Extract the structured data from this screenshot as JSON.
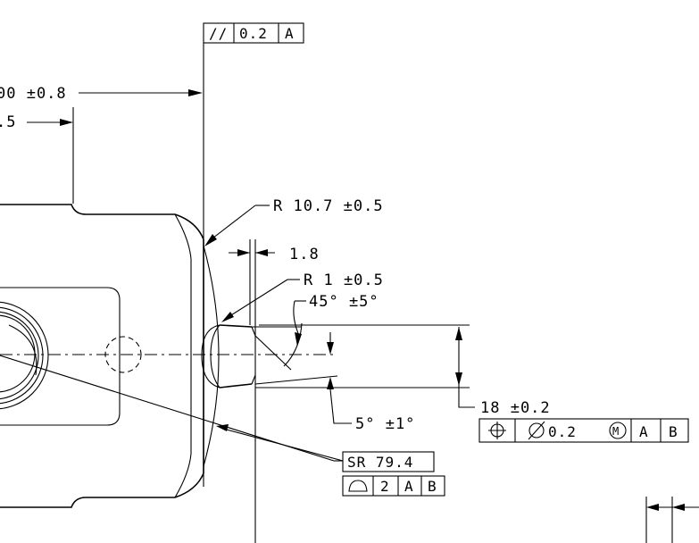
{
  "callouts": {
    "dim_top_partial": "00 ±0.8",
    "dim_second_partial": ".5",
    "radius_outer": "R 10.7 ±0.5",
    "width_small": "1.8",
    "radius_inner": "R 1 ±0.5",
    "chamfer_angle": "45° ±5°",
    "taper_angle": "5° ±1°",
    "diameter_dim": "18 ±0.2",
    "sphere_radius": "SR 79.4"
  },
  "fcf_parallelism": {
    "symbol": "//",
    "tolerance": "0.2",
    "datum": "A"
  },
  "fcf_position": {
    "symbol": "position-icon",
    "tolerance": "0.2",
    "modifier": "M",
    "datum1": "A",
    "datum2": "B"
  },
  "fcf_profile": {
    "symbol": "profile-of-surface-icon",
    "tolerance": "2",
    "datum1": "A",
    "datum2": "B"
  }
}
